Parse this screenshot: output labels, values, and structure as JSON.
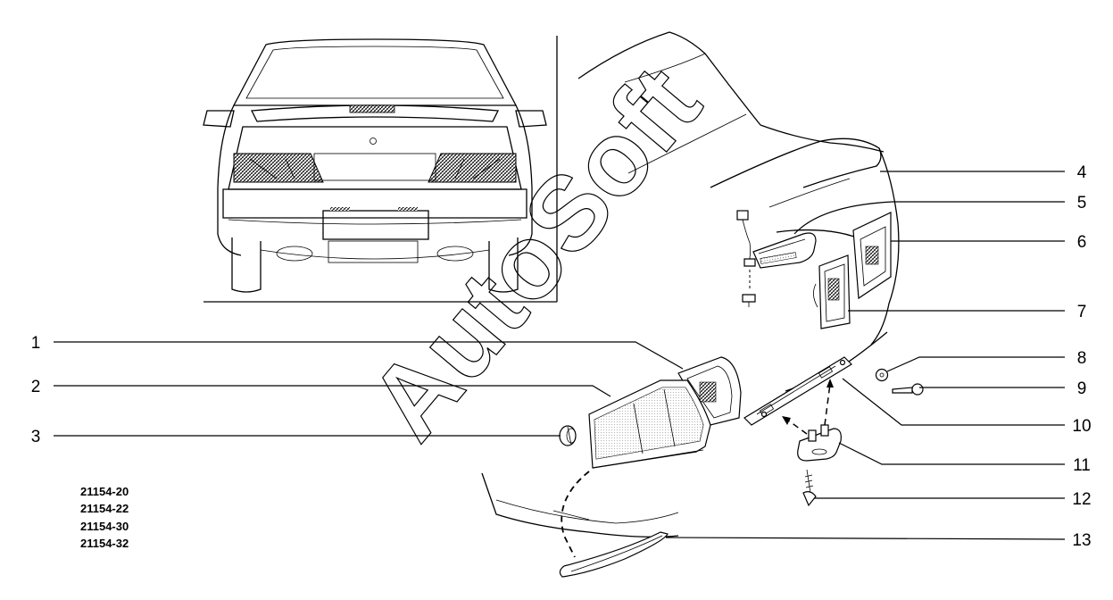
{
  "watermark": "AutoSoft",
  "callouts": [
    {
      "label": "1"
    },
    {
      "label": "2"
    },
    {
      "label": "3"
    },
    {
      "label": "4"
    },
    {
      "label": "5"
    },
    {
      "label": "6"
    },
    {
      "label": "7"
    },
    {
      "label": "8"
    },
    {
      "label": "9"
    },
    {
      "label": "10"
    },
    {
      "label": "11"
    },
    {
      "label": "12"
    },
    {
      "label": "13"
    }
  ],
  "model_codes": [
    "21154-20",
    "21154-22",
    "21154-30",
    "21154-32"
  ],
  "colors": {
    "ink": "#000000",
    "paper": "#ffffff"
  }
}
